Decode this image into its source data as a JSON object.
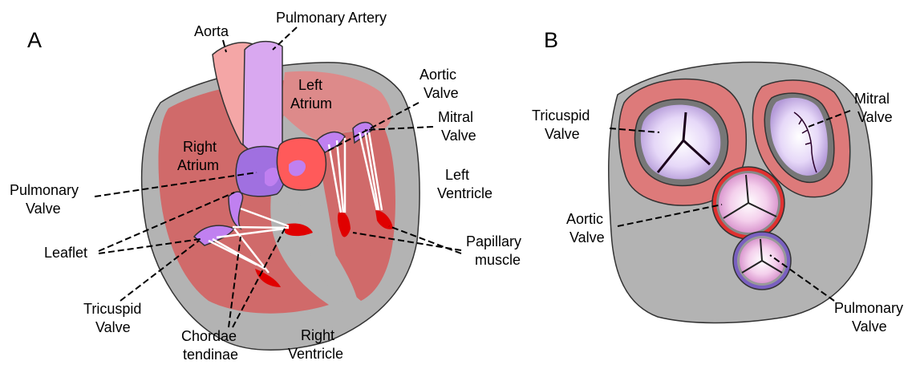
{
  "panel_a": {
    "letter": "A",
    "labels": {
      "aorta": "Aorta",
      "pulmonary_artery": "Pulmonary Artery",
      "left_atrium": [
        "Left",
        "Atrium"
      ],
      "aortic_valve": [
        "Aortic",
        "Valve"
      ],
      "mitral_valve": [
        "Mitral",
        "Valve"
      ],
      "right_atrium": [
        "Right",
        "Atrium"
      ],
      "left_ventricle": [
        "Left",
        "Ventricle"
      ],
      "pulmonary_valve": [
        "Pulmonary",
        "Valve"
      ],
      "leaflet": "Leaflet",
      "papillary_muscle": [
        "Papillary",
        "muscle"
      ],
      "tricuspid_valve": [
        "Tricuspid",
        "Valve"
      ],
      "chordae_tendinae": [
        "Chordae",
        "tendinae"
      ],
      "right_ventricle": [
        "Right",
        "Ventricle"
      ]
    }
  },
  "panel_b": {
    "letter": "B",
    "labels": {
      "tricuspid_valve": [
        "Tricuspid",
        "Valve"
      ],
      "mitral_valve": [
        "Mitral",
        "Valve"
      ],
      "aortic_valve": [
        "Aortic",
        "Valve"
      ],
      "pulmonary_valve": [
        "Pulmonary",
        "Valve"
      ]
    }
  },
  "colors": {
    "heart_wall": "#b3b3b3",
    "muscle": "#d06a6a",
    "muscle_light": "#dd8a8a",
    "aorta": "#f4a6a6",
    "pulmonary_artery": "#d9a8f0",
    "valve_purple": "#c080f0",
    "papillary_red": "#e00000",
    "annulus_red": "#d44040"
  }
}
